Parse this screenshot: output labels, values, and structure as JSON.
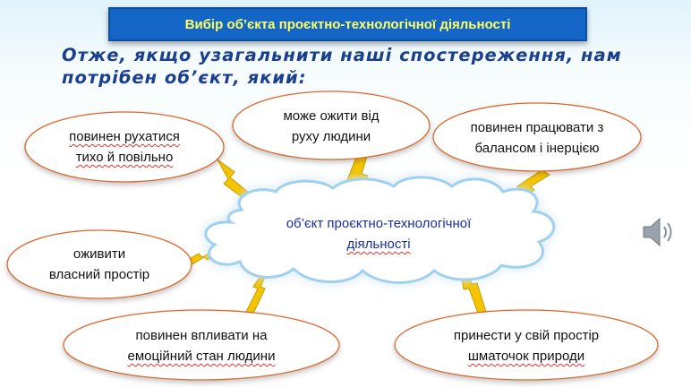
{
  "slide": {
    "title": "Вибір об’єкта проєктно-технологічної діяльності",
    "intro_line1": "Отже, якщо узагальнити наші спостереження, нам",
    "intro_line2": "потрібен об’єкт, який:",
    "center": {
      "line1": "об’єкт проєктно-технологічної",
      "line2": "діяльності"
    },
    "ovals": [
      {
        "line1": "повинен рухатися",
        "line2": "тихо й повільно"
      },
      {
        "line1": "може ожити від",
        "line2": "руху людини"
      },
      {
        "line1": "повинен працювати з",
        "line2": "балансом і інерцією"
      },
      {
        "line1": "оживити",
        "line2": "власний простір"
      },
      {
        "line1": "повинен впливати на",
        "line2": "емоційний стан людини"
      },
      {
        "line1": "принести у свій простір",
        "line2": "шматочок природи"
      }
    ],
    "icons": [
      "lightning-icon",
      "cloud-shape",
      "speaker-icon"
    ],
    "colors": {
      "title_bg": "#1366c5",
      "title_text": "#ffff66",
      "intro_text": "#1b3f8f",
      "oval_border": "#d9692f",
      "cloud_fill": "#ffffff",
      "cloud_glow": "#9fd0ef",
      "lightning": "#f5c400",
      "center_text": "#1a2f9e"
    }
  }
}
